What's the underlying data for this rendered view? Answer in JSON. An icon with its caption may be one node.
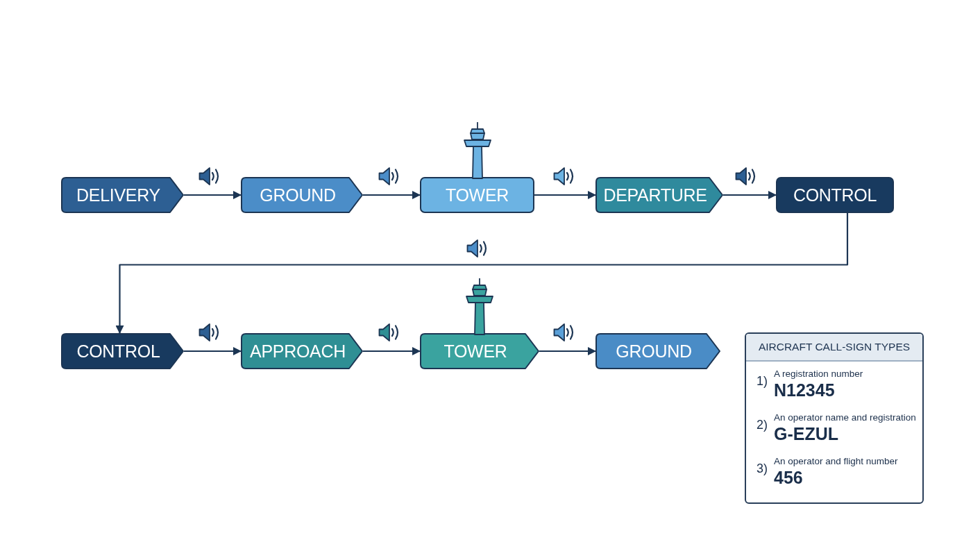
{
  "diagram": {
    "nodes": [
      {
        "text": [
          "DELIVERY"
        ]
      },
      {
        "text": [
          "GROUND"
        ]
      },
      {
        "text": [
          "TOWER"
        ]
      },
      {
        "text": [
          "DEPARTURE"
        ]
      },
      {
        "text": [
          "CONTROL"
        ]
      },
      {
        "text": [
          "CONTROL"
        ]
      },
      {
        "text": [
          "APPROACH"
        ]
      },
      {
        "text": [
          "TOWER"
        ]
      },
      {
        "text": [
          "GROUND"
        ]
      },
      {
        "text": [
          "AIRCRAFT CALL-SIGN TYPES",
          "1)",
          "A registration number",
          "N12345",
          "2)",
          "An operator name and registration",
          "G-EZUL",
          "3)",
          "An operator and flight number",
          "456"
        ]
      }
    ],
    "edges": [
      {
        "from": 0,
        "to": 1,
        "arrow": "to"
      },
      {
        "from": 1,
        "to": 2,
        "arrow": "to"
      },
      {
        "from": 2,
        "to": 3,
        "arrow": "to"
      },
      {
        "from": 3,
        "to": 4,
        "arrow": "to"
      },
      {
        "from": 4,
        "to": 5,
        "arrow": "to"
      },
      {
        "from": 5,
        "to": 6,
        "arrow": "to"
      },
      {
        "from": 6,
        "to": 7,
        "arrow": "to"
      },
      {
        "from": 7,
        "to": 8,
        "arrow": "to"
      }
    ]
  }
}
